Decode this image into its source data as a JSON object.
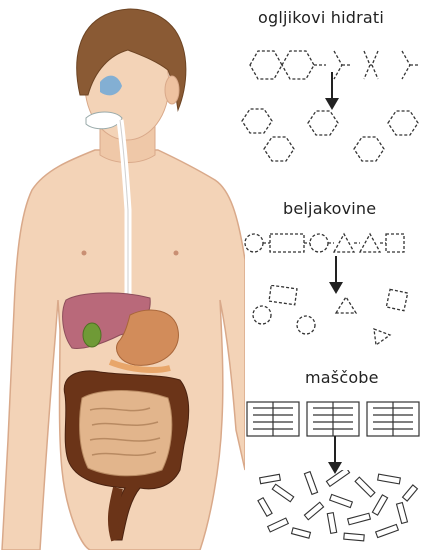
{
  "labels": {
    "carbohydrates": "ogljikovi hidrati",
    "proteins": "beljakovine",
    "fats": "maščobe"
  },
  "colors": {
    "skin": "#f3d3b7",
    "hair": "#8a5a34",
    "liver": "#b9697a",
    "stomach": "#d28c5a",
    "gallbladder": "#6f9a36",
    "small_intestine": "#e2b58c",
    "large_intestine": "#6b3418",
    "nasal_cavity": "#6fa8d8",
    "molecule_line": "#333333"
  },
  "icons": [
    "human-body-illustration",
    "down-arrow-icon",
    "hexagon-ring-icon",
    "triangle-icon",
    "square-icon",
    "circle-icon",
    "fat-molecule-icon"
  ]
}
